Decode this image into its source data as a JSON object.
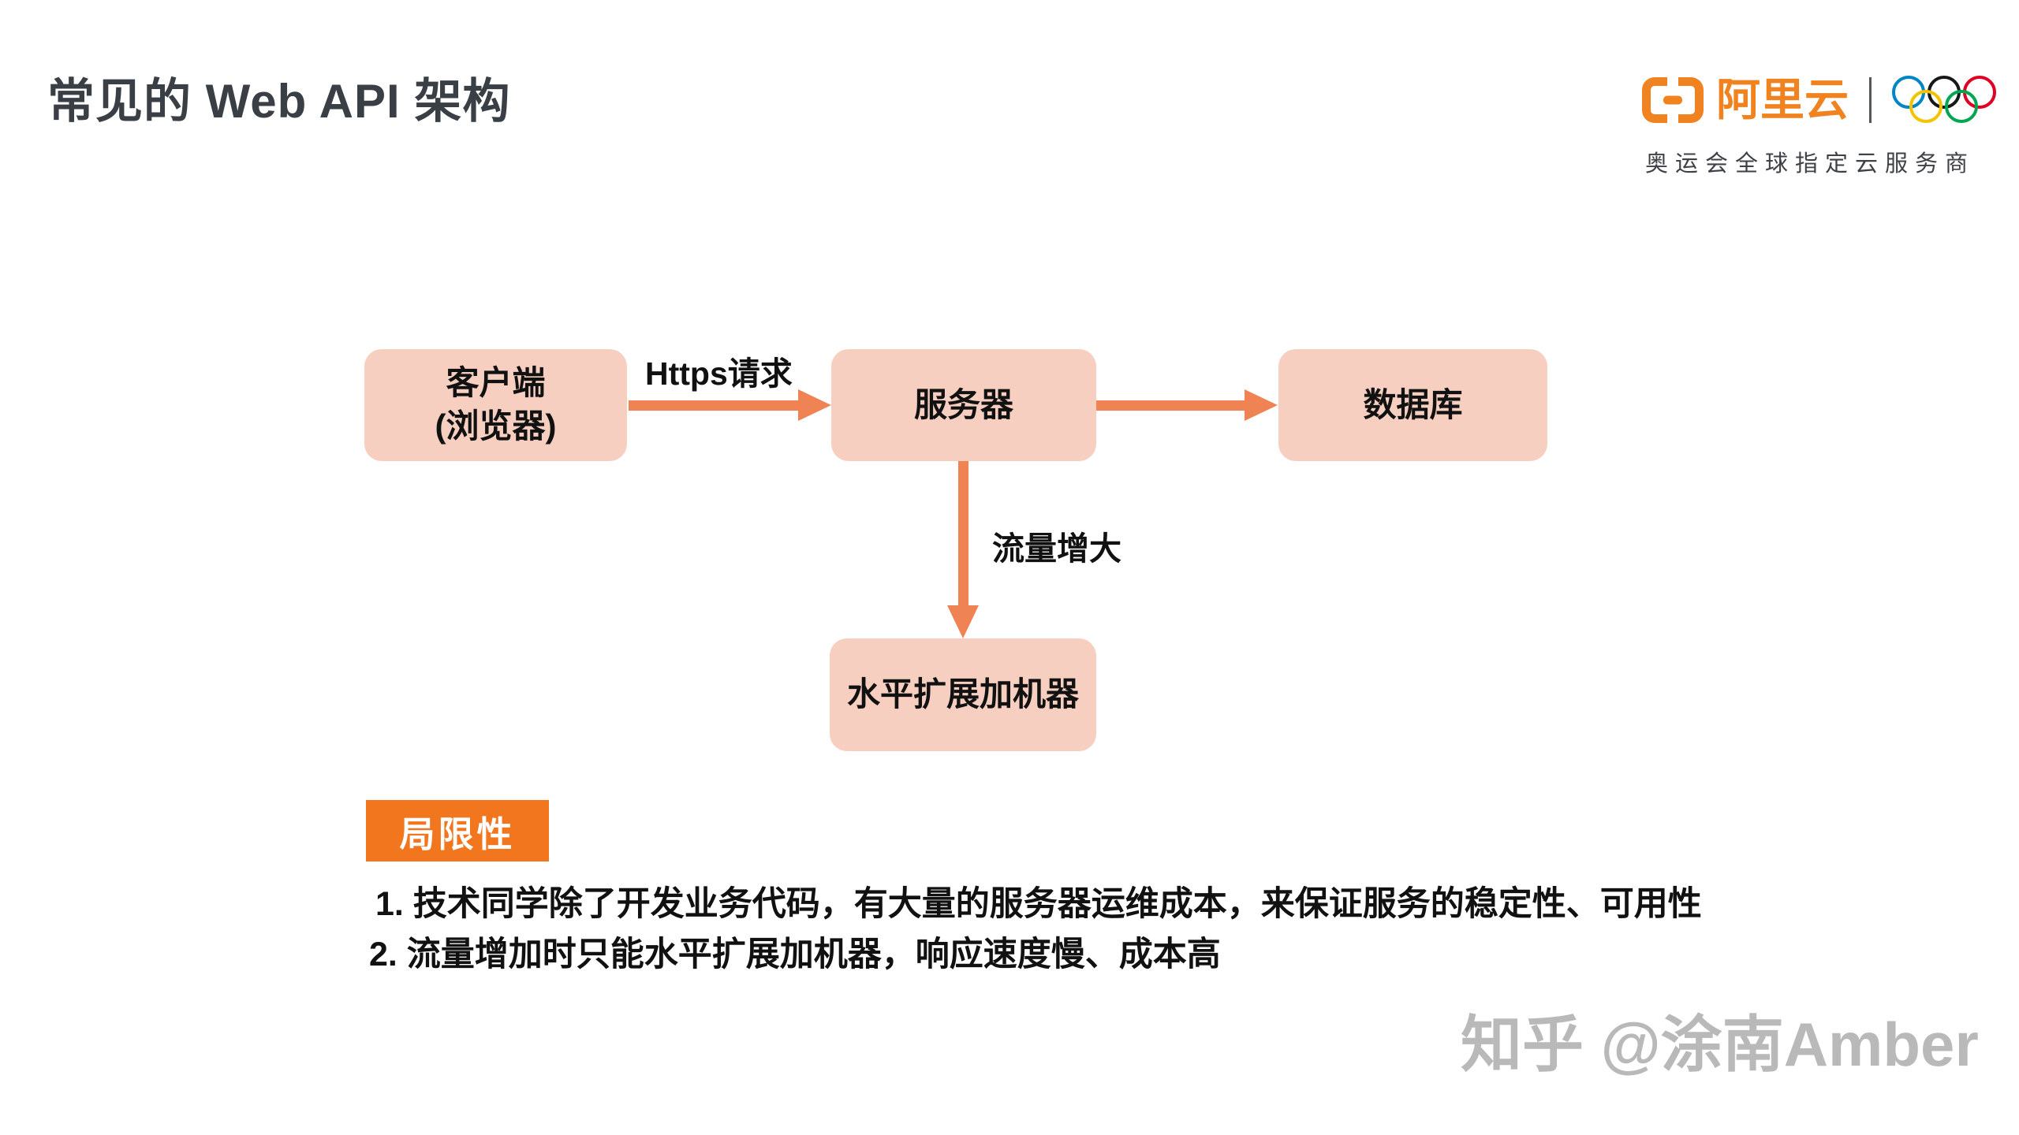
{
  "page": {
    "title": "常见的 Web API 架构",
    "watermark": "知乎 @涂南Amber"
  },
  "logo": {
    "brand": "阿里云",
    "tagline": "奥运会全球指定云服务商"
  },
  "diagram": {
    "nodes": {
      "client": {
        "line1": "客户端",
        "line2": "(浏览器)"
      },
      "server": {
        "label": "服务器"
      },
      "database": {
        "label": "数据库"
      },
      "scale": {
        "label": "水平扩展加机器"
      }
    },
    "edges": {
      "client_server": {
        "label": "Https请求",
        "direction": "right"
      },
      "server_database": {
        "label": "",
        "direction": "right"
      },
      "server_scale": {
        "label": "流量增大",
        "direction": "down"
      }
    }
  },
  "limitations": {
    "badge": "局限性",
    "items": [
      "1. 技术同学除了开发业务代码，有大量的服务器运维成本，来保证服务的稳定性、可用性",
      "2. 流量增加时只能水平扩展加机器，响应速度慢、成本高"
    ]
  },
  "colors": {
    "title_text": "#3A3F45",
    "brand_orange": "#F0821F",
    "box_fill": "#F7CFC0",
    "arrow": "#F08354",
    "badge_bg": "#F2761D",
    "body_text": "#111111",
    "watermark_text": "#B9B9B9",
    "ring_blue": "#0085C7",
    "ring_black": "#181818",
    "ring_red": "#DF0024",
    "ring_yellow": "#F4C300",
    "ring_green": "#00A651"
  }
}
